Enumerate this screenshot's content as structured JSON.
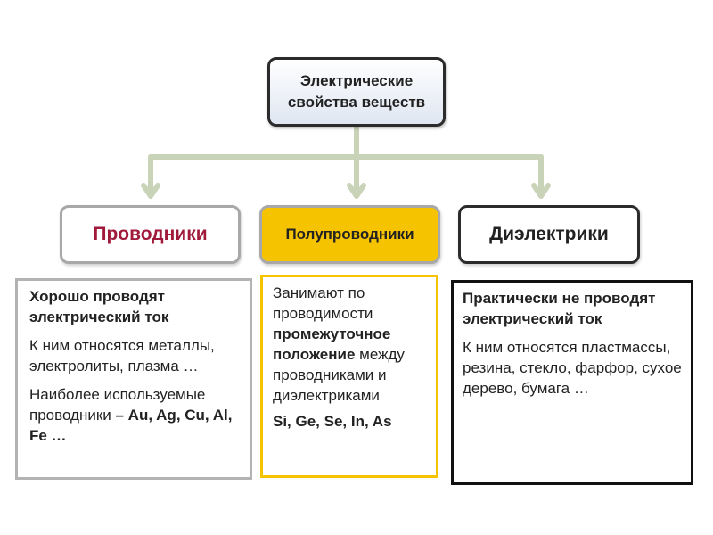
{
  "root": {
    "title": "Электрические\nсвойства веществ"
  },
  "categories": {
    "conductors": "Проводники",
    "semiconductors": "Полупроводники",
    "dielectrics": "Диэлектрики"
  },
  "descriptions": {
    "conductors": {
      "property": " Хорошо проводят электрический ток",
      "members": " К ним относятся металлы, электролиты, плазма …",
      "examples_prefix": "Наиболее используемые проводники ",
      "examples_bold": "– Au, Ag, Cu, Al, Fe …"
    },
    "semiconductors": {
      "prefix": "Занимают по проводимости ",
      "bold": "промежуточное положение",
      "suffix": " между проводниками и диэлектриками",
      "elements": "Si, Ge, Se, In, As"
    },
    "dielectrics": {
      "property": " Практически не проводят электрический ток",
      "members": " К ним относятся пластмассы, резина, стекло, фарфор, сухое дерево, бумага …"
    }
  },
  "colors": {
    "connector": "#c8d3b8",
    "conductor_title": "#a01a3c",
    "semiconductor_fill": "#f5c300",
    "border_dark": "#2b2b2b",
    "border_gray": "#a8a8a8"
  }
}
